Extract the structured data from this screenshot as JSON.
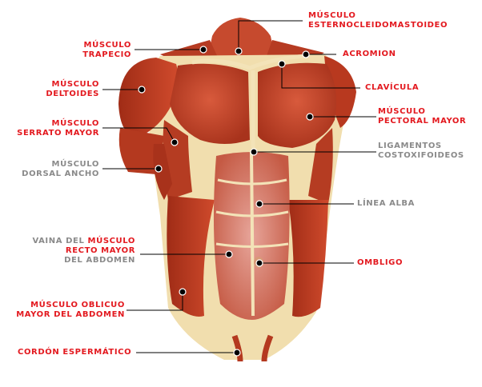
{
  "colors": {
    "label_red": "#e3191f",
    "label_gray": "#8a8a8a",
    "line": "#000000",
    "muscle": "#c9452a",
    "muscle_dark": "#9e2c18",
    "tendon": "#f3e3b8"
  },
  "labels": {
    "esternocleidomastoideo": {
      "l1": "MÚSCULO",
      "l2": "ESTERNOCLEIDOMASTOIDEO"
    },
    "trapecio": {
      "l1": "MÚSCULO",
      "l2": "TRAPECIO"
    },
    "acromion": {
      "l1": "ACROMION"
    },
    "deltoides": {
      "l1": "MÚSCULO",
      "l2": "DELTOIDES"
    },
    "clavicula": {
      "l1": "CLAVÍCULA"
    },
    "pectoral": {
      "l1": "MÚSCULO",
      "l2": "PECTORAL MAYOR"
    },
    "serrato": {
      "l1": "MÚSCULO",
      "l2": "SERRATO MAYOR"
    },
    "ligamentos": {
      "l1": "LIGAMENTOS",
      "l2": "COSTOXIFOIDEOS"
    },
    "dorsal": {
      "l1": "MÚSCULO",
      "l2": "DORSAL ANCHO"
    },
    "linea_alba": {
      "l1": "LÍNEA ALBA"
    },
    "vaina": {
      "l1a": "VAINA DEL ",
      "l1b": "MÚSCULO",
      "l2": "RECTO MAYOR",
      "l3": "DEL ABDOMEN"
    },
    "ombligo": {
      "l1": "OMBLIGO"
    },
    "oblicuo": {
      "l1": "MÚSCULO OBLICUO",
      "l2": "MAYOR DEL ABDOMEN"
    },
    "cordon": {
      "l1": "CORDÓN ESPERMÁTICO"
    }
  }
}
